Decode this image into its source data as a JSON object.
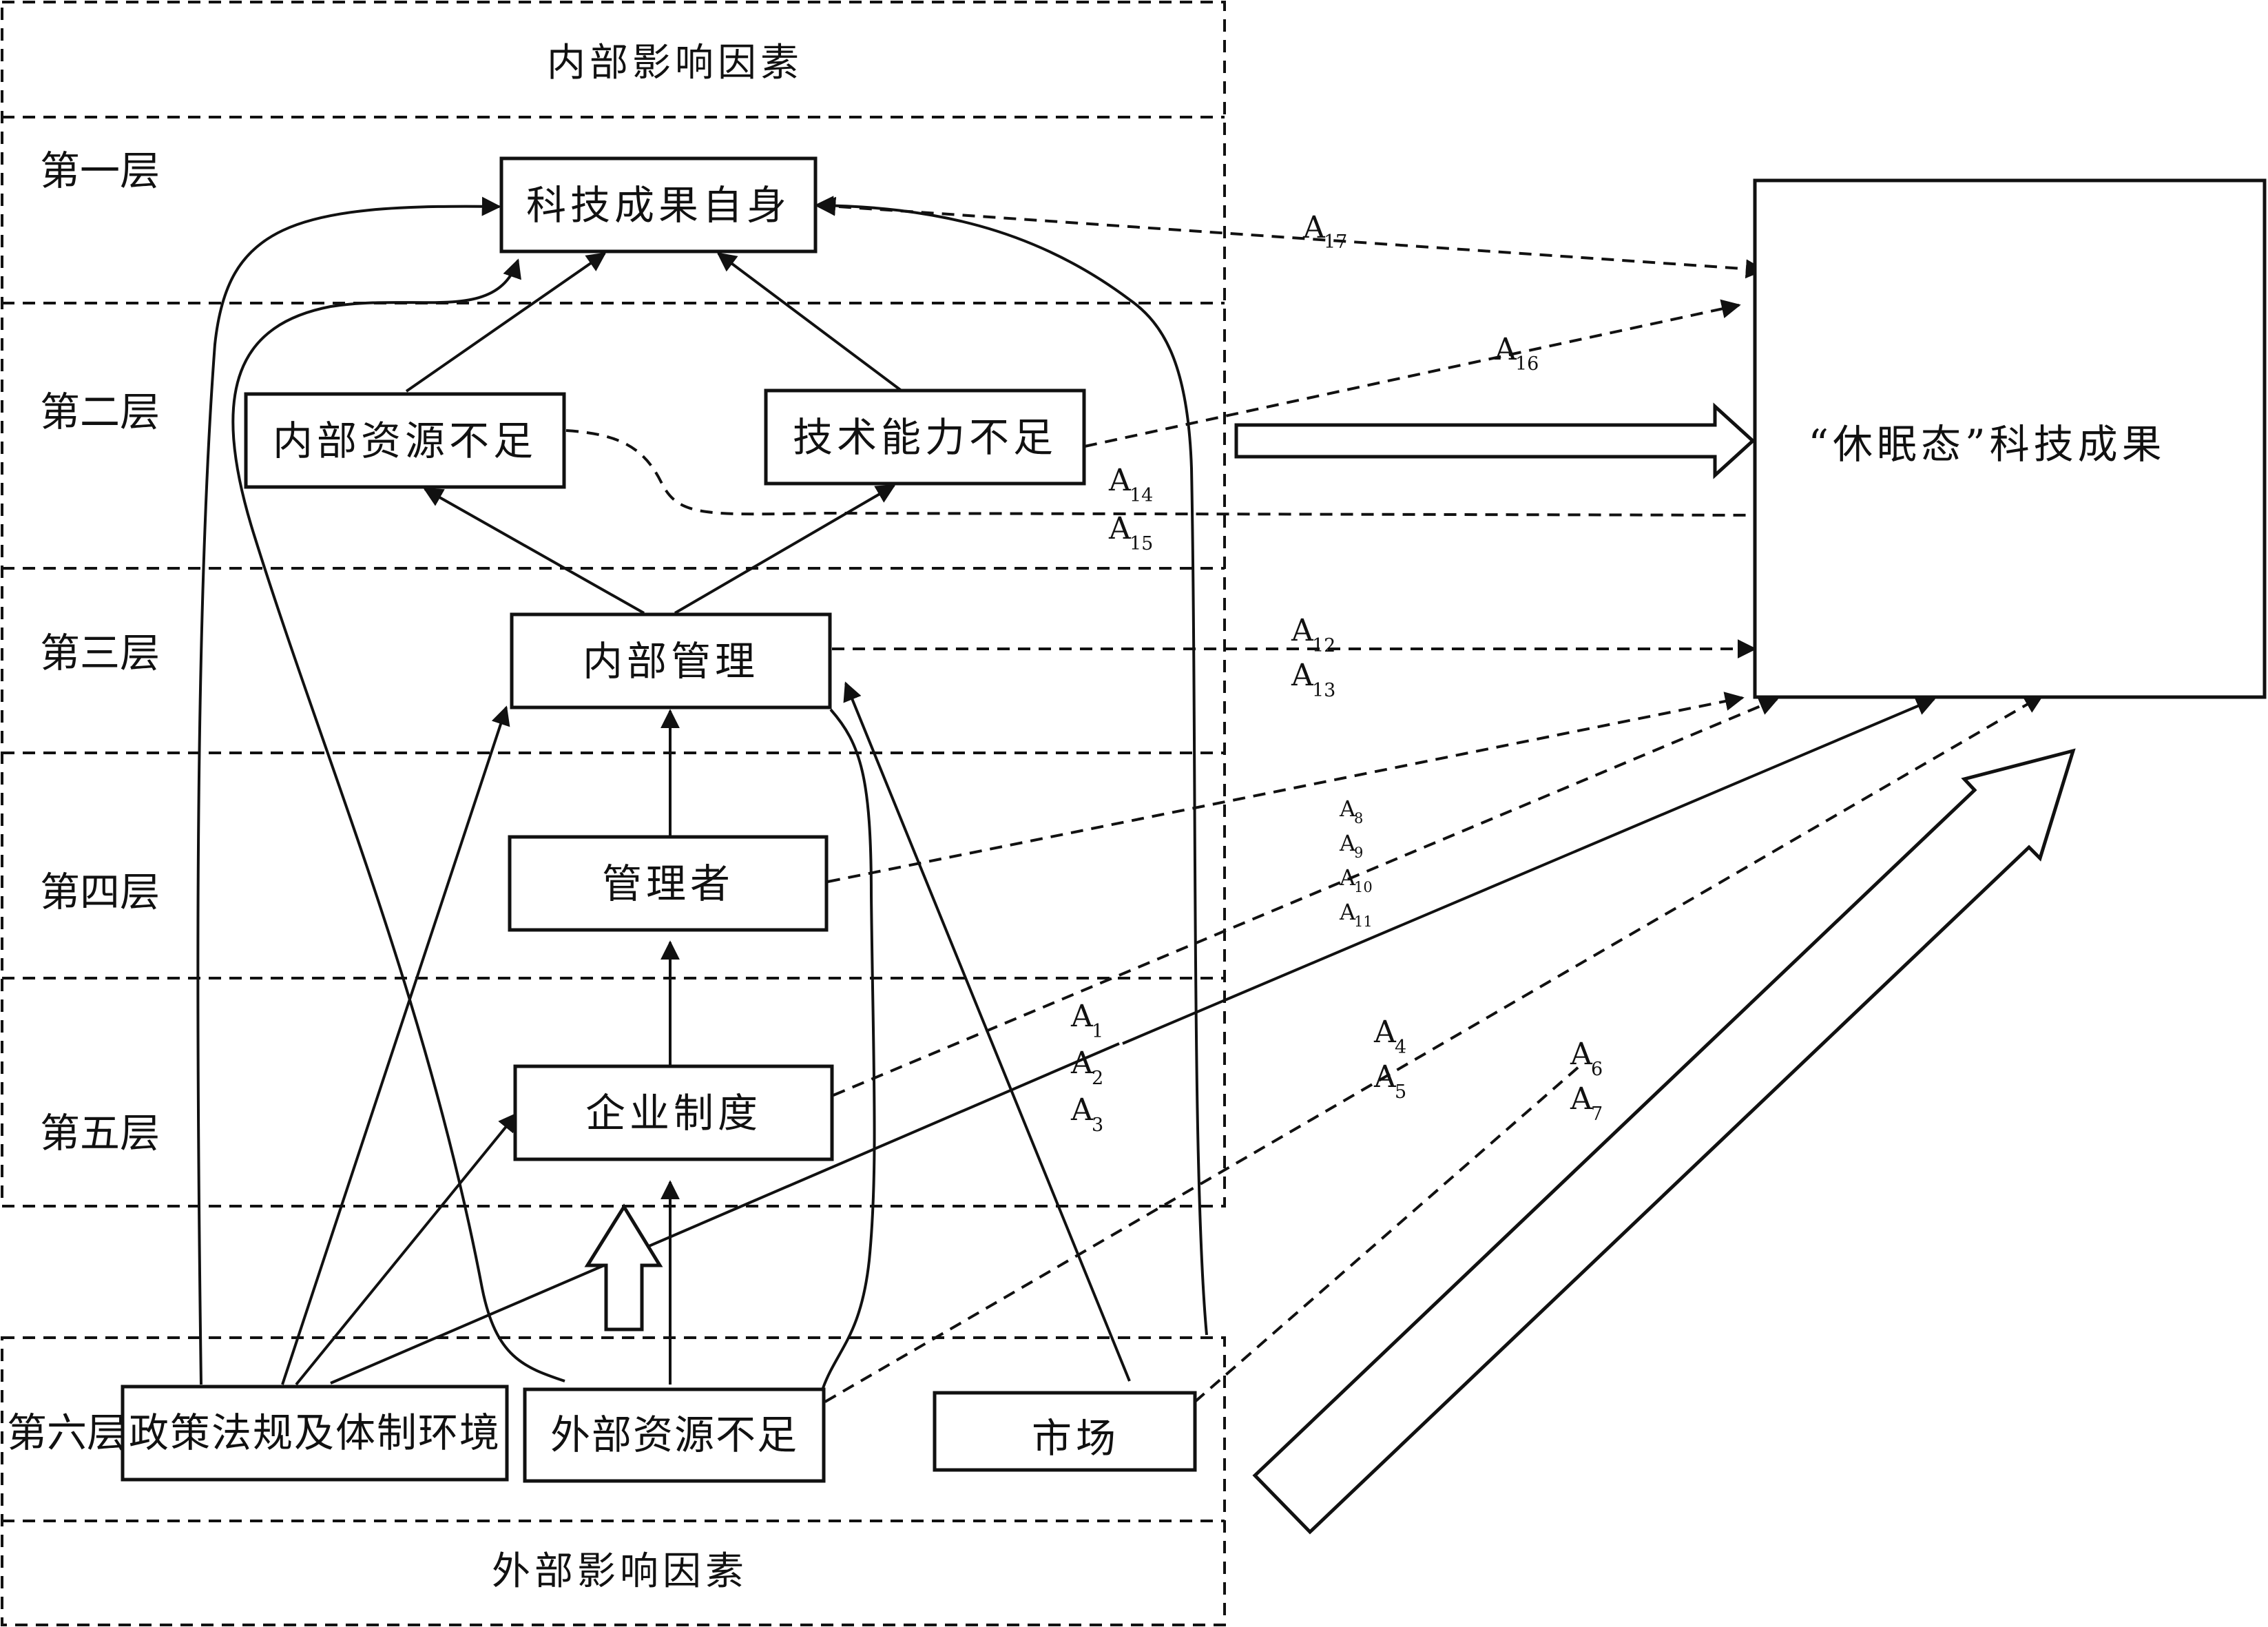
{
  "zones": {
    "internal": "内部影响因素",
    "external": "外部影响因素"
  },
  "levels": [
    "第一层",
    "第二层",
    "第三层",
    "第四层",
    "第五层",
    "第六层"
  ],
  "nodes": {
    "tech_achievement": "科技成果自身",
    "internal_resource_shortage": "内部资源不足",
    "tech_capability_shortage": "技术能力不足",
    "internal_management": "内部管理",
    "manager": "管理者",
    "enterprise_system": "企业制度",
    "policy_environment": "政策法规及体制环境",
    "external_resource_shortage": "外部资源不足",
    "market": "市场",
    "dormant_achievement": "“休眠态”科技成果"
  },
  "edge_labels": [
    {
      "name": "a17",
      "letters": [
        "A"
      ],
      "subs": [
        "17"
      ]
    },
    {
      "name": "a16",
      "letters": [
        "A"
      ],
      "subs": [
        "16"
      ]
    },
    {
      "name": "a14-a15",
      "letters": [
        "A",
        "A"
      ],
      "subs": [
        "14",
        "15"
      ]
    },
    {
      "name": "a12-a13",
      "letters": [
        "A",
        "A"
      ],
      "subs": [
        "12",
        "13"
      ]
    },
    {
      "name": "a8-a11",
      "letters": [
        "A",
        "A",
        "A",
        "A"
      ],
      "subs": [
        "8",
        "9",
        "10",
        "11"
      ]
    },
    {
      "name": "a1-a3",
      "letters": [
        "A",
        "A",
        "A"
      ],
      "subs": [
        "1",
        "2",
        "3"
      ]
    },
    {
      "name": "a4-a5",
      "letters": [
        "A",
        "A"
      ],
      "subs": [
        "4",
        "5"
      ]
    },
    {
      "name": "a6-a7",
      "letters": [
        "A",
        "A"
      ],
      "subs": [
        "6",
        "7"
      ]
    }
  ]
}
